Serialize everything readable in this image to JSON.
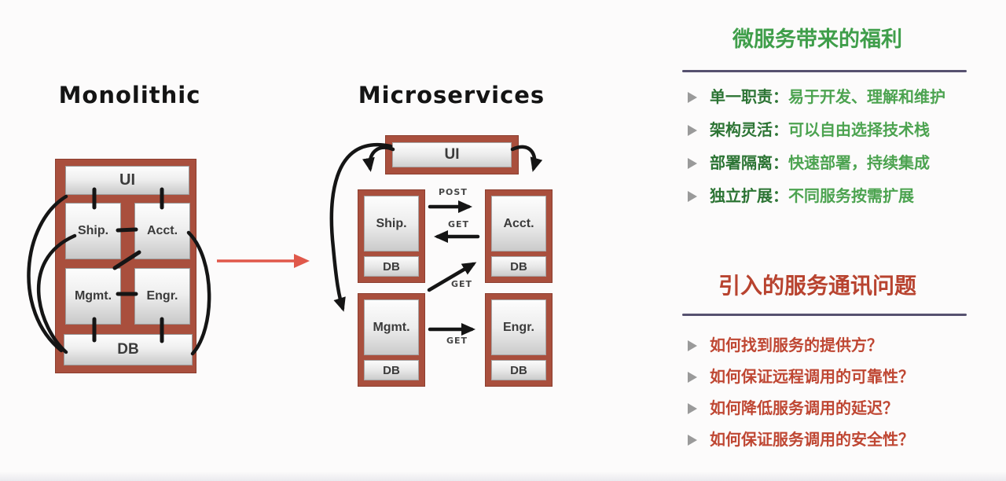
{
  "monolithic": {
    "title": "Monolithic",
    "components": {
      "ui": "UI",
      "ship": "Ship.",
      "acct": "Acct.",
      "mgmt": "Mgmt.",
      "engr": "Engr.",
      "db": "DB"
    }
  },
  "microservices": {
    "title": "Microservices",
    "ui": "UI",
    "services": [
      {
        "name": "Ship.",
        "db": "DB"
      },
      {
        "name": "Acct.",
        "db": "DB"
      },
      {
        "name": "Mgmt.",
        "db": "DB"
      },
      {
        "name": "Engr.",
        "db": "DB"
      }
    ],
    "arrows": {
      "post": "POST",
      "get_reverse": "GET",
      "get_diagonal": "GET",
      "get_bottom": "GET"
    }
  },
  "benefits": {
    "title": "微服务带来的福利",
    "items": [
      {
        "label": "单一职责：",
        "text": "易于开发、理解和维护"
      },
      {
        "label": "架构灵活：",
        "text": "可以自由选择技术栈"
      },
      {
        "label": "部署隔离：",
        "text": "快速部署，持续集成"
      },
      {
        "label": "独立扩展：",
        "text": "不同服务按需扩展"
      }
    ]
  },
  "issues": {
    "title": "引入的服务通讯问题",
    "items": [
      {
        "text": "如何找到服务的提供方？"
      },
      {
        "text": "如何保证远程调用的可靠性？"
      },
      {
        "text": "如何降低服务调用的延迟？"
      },
      {
        "text": "如何保证服务调用的安全性？"
      }
    ]
  },
  "colors": {
    "brick": "#a94f3d",
    "green_title": "#3f9e4a",
    "green_label": "#2c7434",
    "green_text": "#4ca350",
    "red_title": "#b8432f",
    "red_text": "#bf4733",
    "separator": "#56516f",
    "bullet_gray": "#9a9a9a",
    "transition_arrow": "#e0584a",
    "ink": "#151515"
  }
}
